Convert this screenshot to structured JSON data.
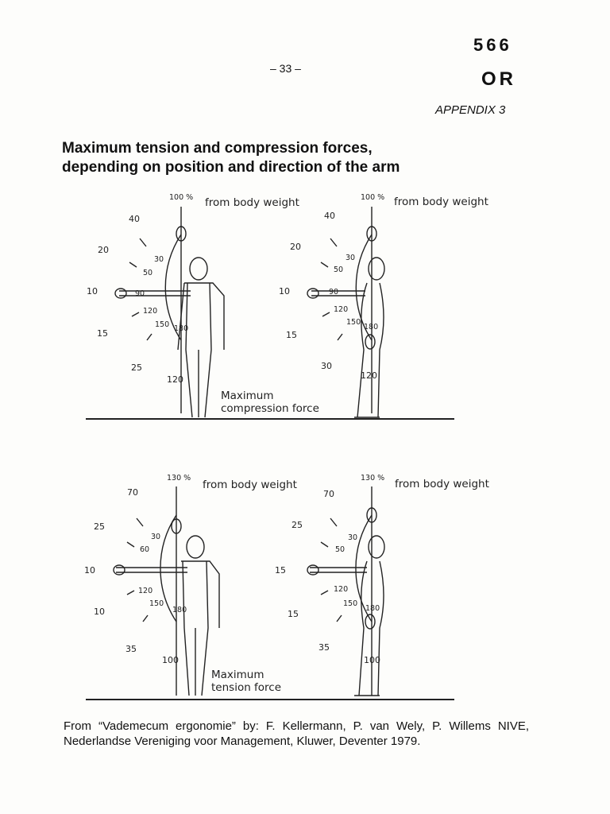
{
  "header": {
    "doc_number": "566",
    "page_number": "– 33 –",
    "or_mark": "OR",
    "appendix": "APPENDIX 3"
  },
  "title": {
    "line1": "Maximum tension and compression forces,",
    "line2": "depending on position and direction of the arm"
  },
  "figures": {
    "compression": {
      "caption_line1": "Maximum",
      "caption_line2": "compression force",
      "front": {
        "top_pct": "100 %",
        "top_label": "from body weight",
        "forces": [
          "40",
          "20",
          "10",
          "15",
          "25",
          "120"
        ],
        "angles": [
          "30",
          "50",
          "90",
          "120",
          "150",
          "180"
        ]
      },
      "side": {
        "top_pct": "100 %",
        "top_label": "from body weight",
        "forces": [
          "40",
          "20",
          "10",
          "15",
          "30",
          "120"
        ],
        "angles": [
          "30",
          "50",
          "90",
          "120",
          "150",
          "180"
        ]
      }
    },
    "tension": {
      "caption_line1": "Maximum",
      "caption_line2": "tension force",
      "front": {
        "top_pct": "130 %",
        "top_label": "from body weight",
        "forces": [
          "70",
          "25",
          "10",
          "10",
          "35",
          "100"
        ],
        "angles": [
          "30",
          "60",
          "120",
          "150",
          "180"
        ]
      },
      "side": {
        "top_pct": "130 %",
        "top_label": "from body weight",
        "forces": [
          "70",
          "25",
          "15",
          "15",
          "35",
          "100"
        ],
        "angles": [
          "30",
          "50",
          "120",
          "150",
          "180"
        ]
      }
    }
  },
  "source": "From “Vademecum ergonomie” by: F. Kellermann, P. van Wely, P. Willems NIVE, Nederlandse Vereniging voor Management, Kluwer, Deventer 1979."
}
